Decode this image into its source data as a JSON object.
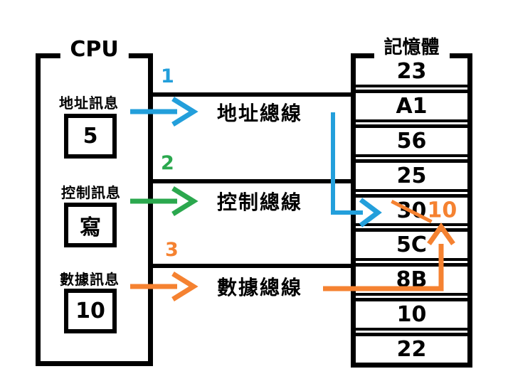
{
  "colors": {
    "blue": "#239FDB",
    "green": "#2BA84E",
    "orange": "#F58231",
    "line": "#000000",
    "background": "#FFFFFF"
  },
  "cpu": {
    "title": "CPU",
    "registers": [
      {
        "label": "地址訊息",
        "value": "5"
      },
      {
        "label": "控制訊息",
        "value": "寫"
      },
      {
        "label": "數據訊息",
        "value": "10"
      }
    ]
  },
  "buses": [
    {
      "step": "1",
      "name": "地址總線",
      "color": "blue"
    },
    {
      "step": "2",
      "name": "控制總線",
      "color": "green"
    },
    {
      "step": "3",
      "name": "數據總線",
      "color": "orange"
    }
  ],
  "memory": {
    "title": "記憶體",
    "cells": [
      "23",
      "A1",
      "56",
      "25",
      "30",
      "5C",
      "8B",
      "10",
      "22"
    ],
    "written_cell": {
      "index": 4,
      "old_value": "30",
      "new_value": "10"
    }
  }
}
